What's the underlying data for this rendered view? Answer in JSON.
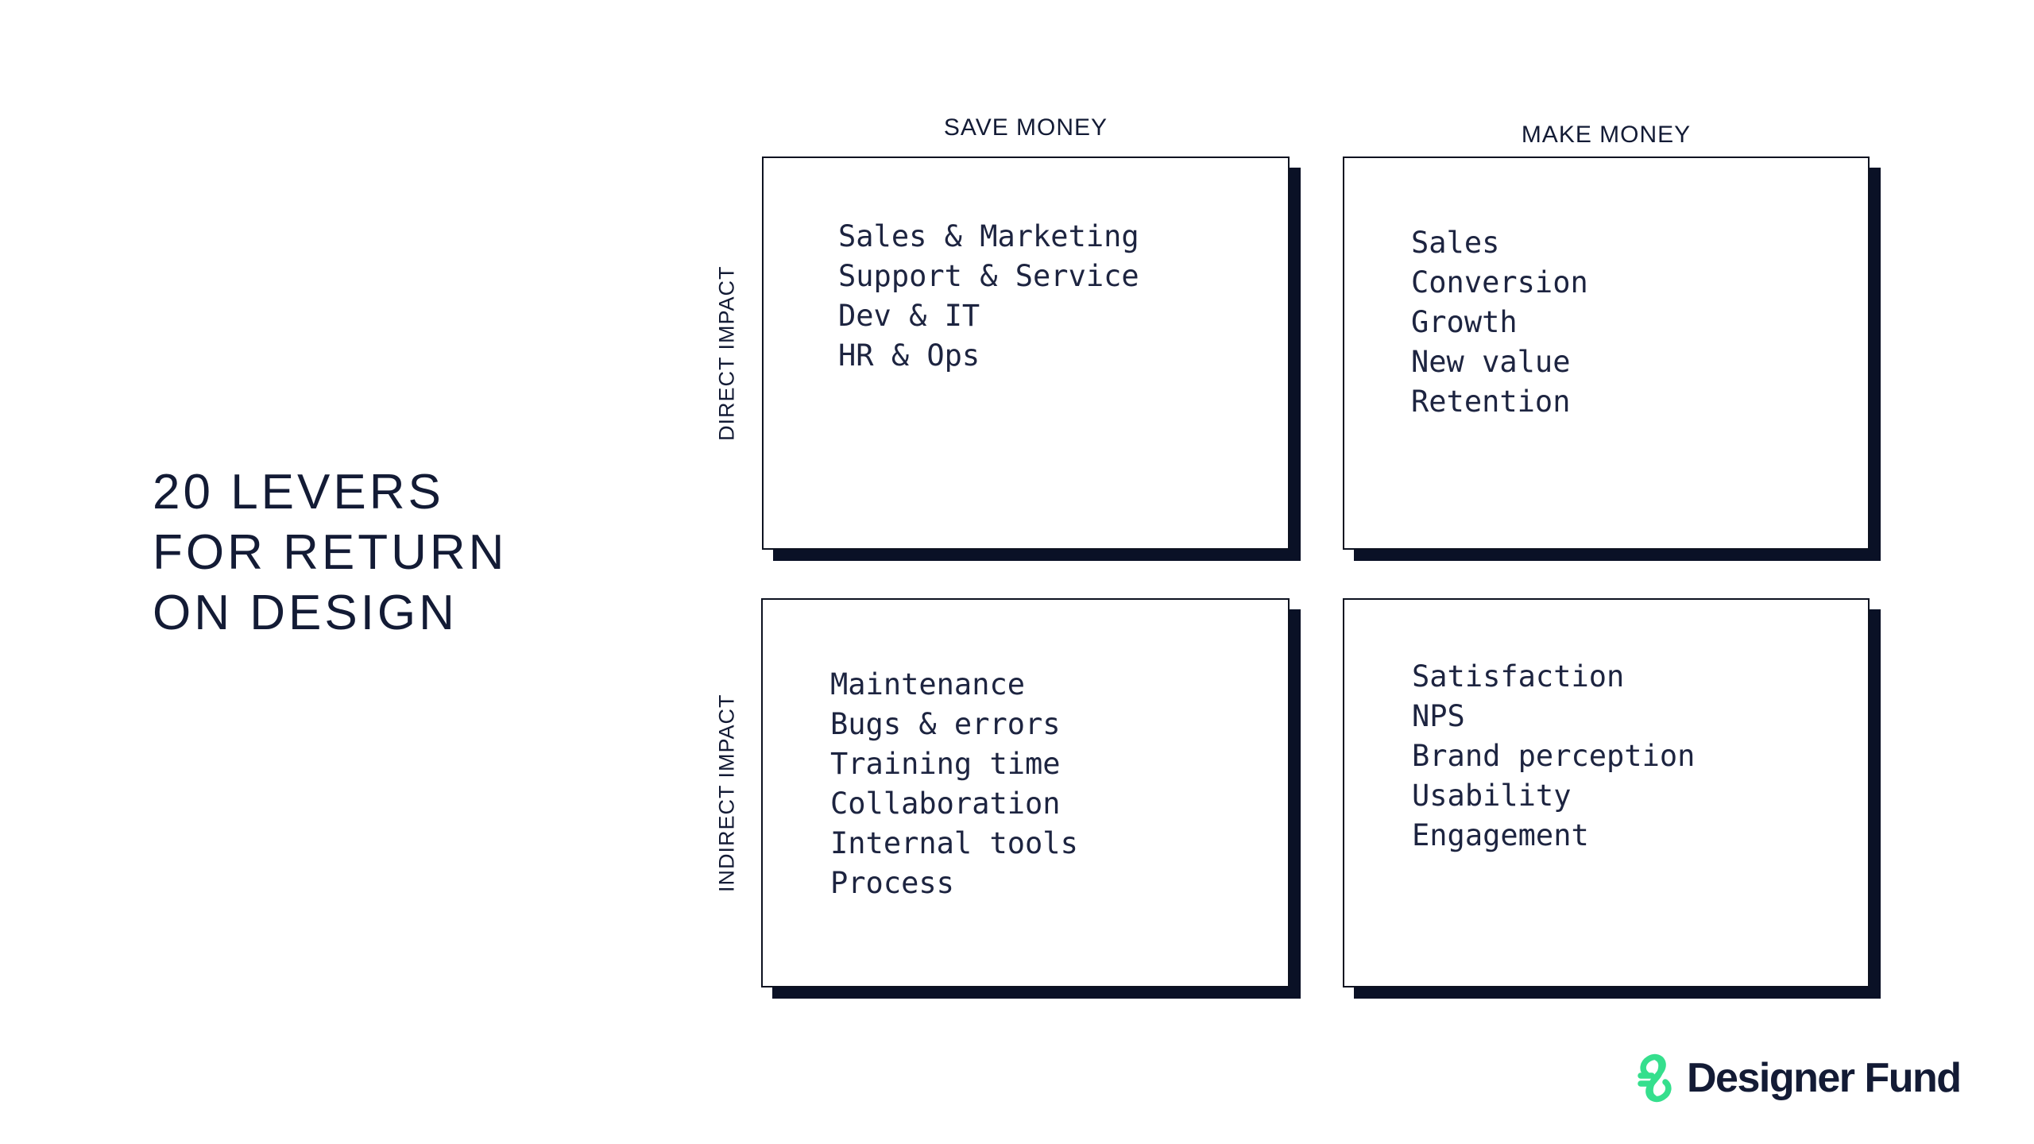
{
  "title": {
    "lines": [
      "20 LEVERS",
      "FOR RETURN",
      "ON DESIGN"
    ]
  },
  "matrix": {
    "column_headers": [
      {
        "label": "SAVE MONEY"
      },
      {
        "label": "MAKE MONEY"
      }
    ],
    "row_headers": [
      {
        "label": "DIRECT IMPACT"
      },
      {
        "label": "INDIRECT IMPACT"
      }
    ],
    "quadrants": [
      {
        "id": "direct-save-money",
        "items": [
          "Sales & Marketing",
          "Support & Service",
          "Dev & IT",
          "HR & Ops"
        ]
      },
      {
        "id": "direct-make-money",
        "items": [
          "Sales",
          "Conversion",
          "Growth",
          "New value",
          "Retention"
        ]
      },
      {
        "id": "indirect-save-money",
        "items": [
          "Maintenance",
          "Bugs & errors",
          "Training time",
          "Collaboration",
          "Internal tools",
          "Process"
        ]
      },
      {
        "id": "indirect-make-money",
        "items": [
          "Satisfaction",
          "NPS",
          "Brand perception",
          "Usability",
          "Engagement"
        ]
      }
    ]
  },
  "logo": {
    "wordmark": "Designer Fund",
    "icon": "designer-fund-glyph"
  },
  "colors": {
    "navy": "#131b35",
    "ink": "#1d2440",
    "border": "#0d1220",
    "shadow": "#0a1126",
    "green": "#35df8d",
    "bg": "#ffffff"
  }
}
